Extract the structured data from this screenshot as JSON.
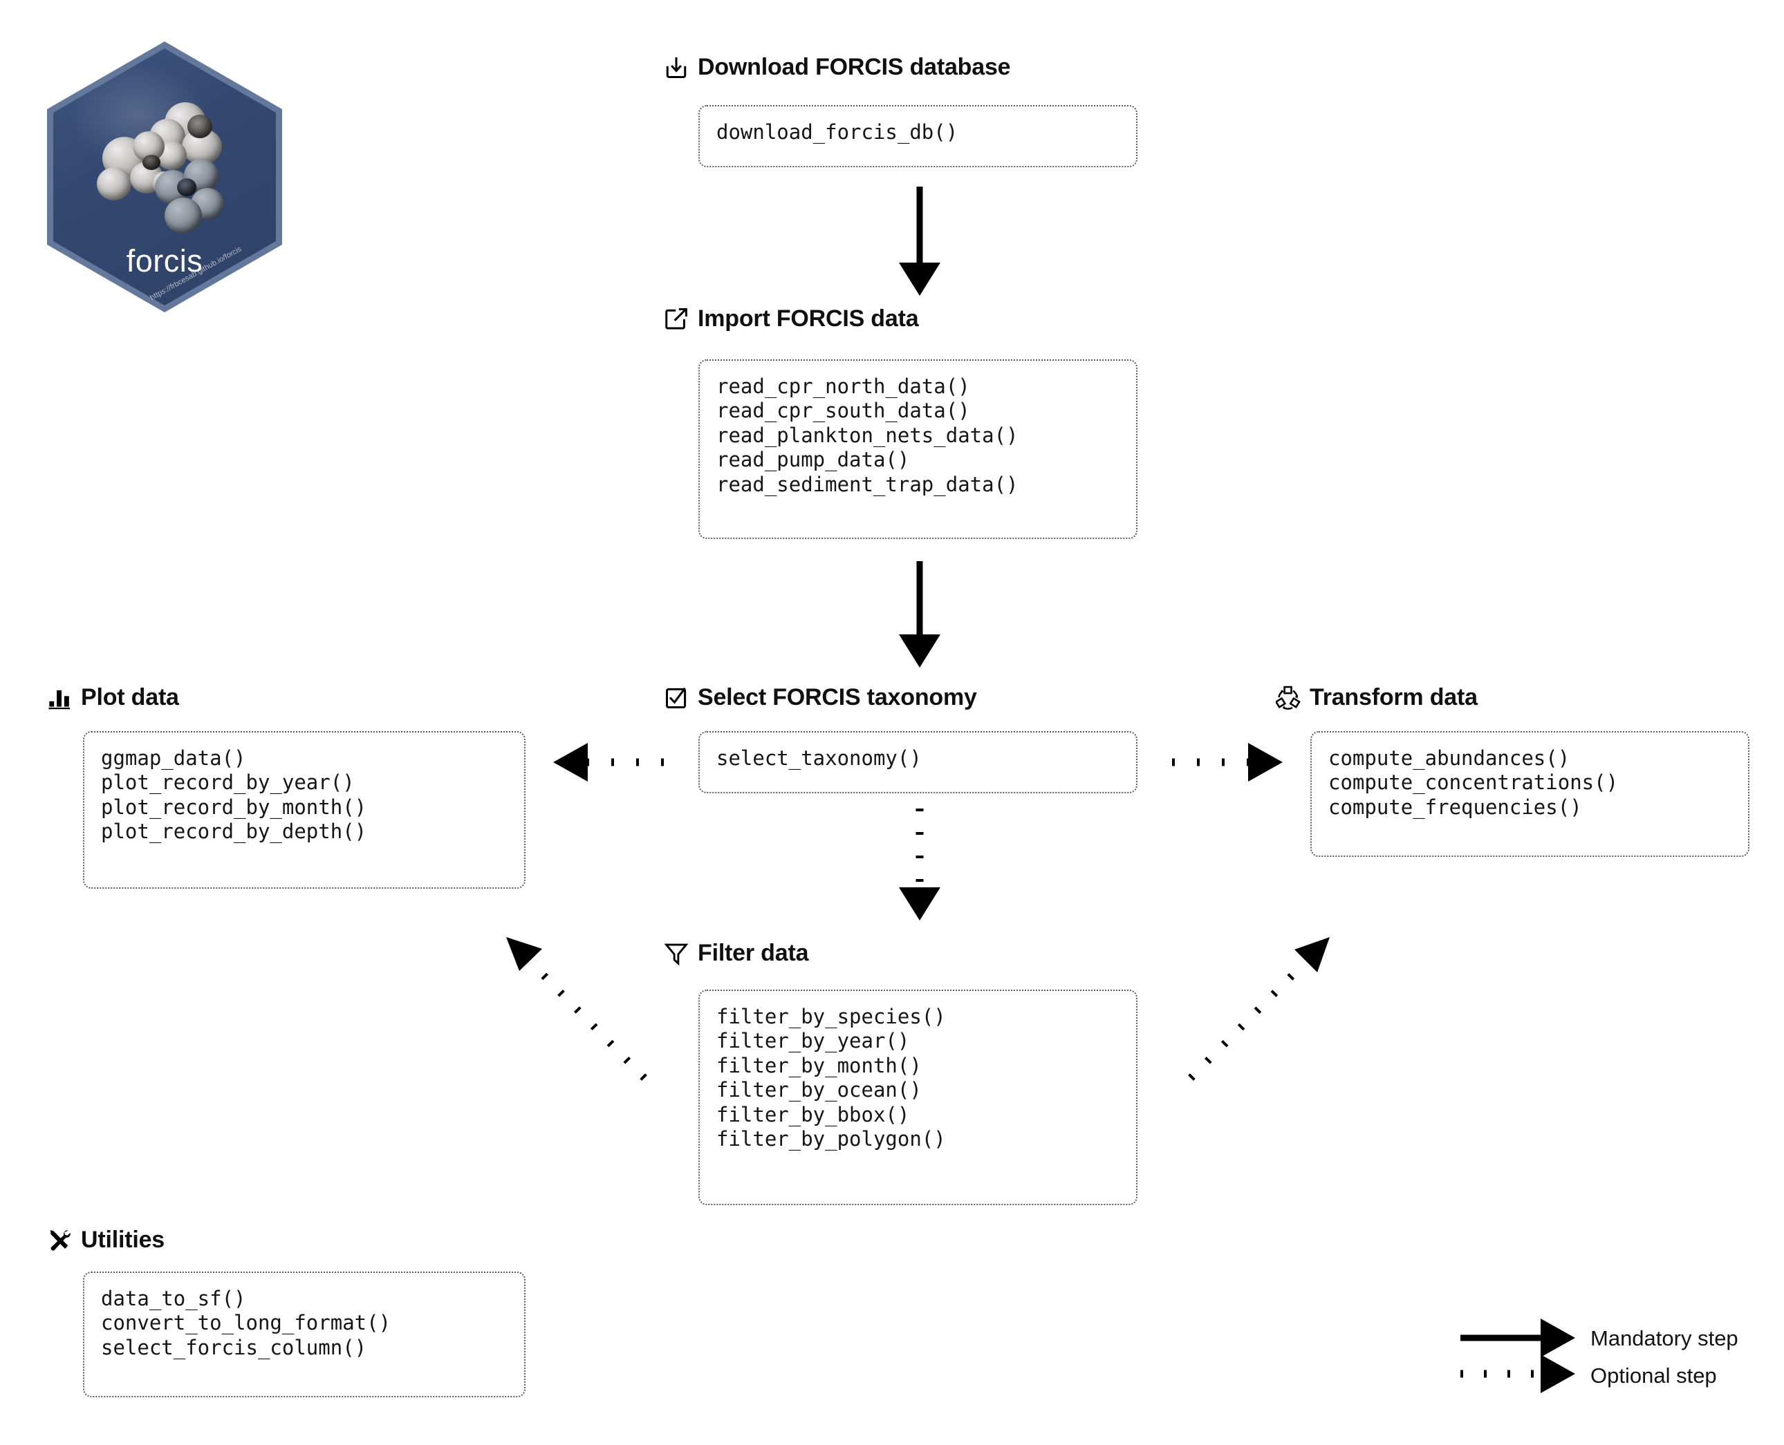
{
  "logo": {
    "name": "forcis",
    "url": "https://frbcesab.github.io/forcis",
    "bg_color": "#33476f",
    "border_color": "#64789c"
  },
  "sections": [
    {
      "id": "download",
      "icon": "download-icon",
      "title": "Download FORCIS database",
      "functions": [
        "download_forcis_db()"
      ]
    },
    {
      "id": "import",
      "icon": "import-icon",
      "title": "Import FORCIS data",
      "functions": [
        "read_cpr_north_data()",
        "read_cpr_south_data()",
        "read_plankton_nets_data()",
        "read_pump_data()",
        "read_sediment_trap_data()"
      ]
    },
    {
      "id": "select",
      "icon": "checkbox-checked-icon",
      "title": "Select FORCIS taxonomy",
      "functions": [
        "select_taxonomy()"
      ]
    },
    {
      "id": "plot",
      "icon": "bar-chart-icon",
      "title": "Plot data",
      "functions": [
        "ggmap_data()",
        "plot_record_by_year()",
        "plot_record_by_month()",
        "plot_record_by_depth()"
      ]
    },
    {
      "id": "transform",
      "icon": "transform-shapes-icon",
      "title": "Transform data",
      "functions": [
        "compute_abundances()",
        "compute_concentrations()",
        "compute_frequencies()"
      ]
    },
    {
      "id": "filter",
      "icon": "funnel-icon",
      "title": "Filter data",
      "functions": [
        "filter_by_species()",
        "filter_by_year()",
        "filter_by_month()",
        "filter_by_ocean()",
        "filter_by_bbox()",
        "filter_by_polygon()"
      ]
    },
    {
      "id": "utilities",
      "icon": "tools-icon",
      "title": "Utilities",
      "functions": [
        "data_to_sf()",
        "convert_to_long_format()",
        "select_forcis_column()"
      ]
    }
  ],
  "legend": {
    "mandatory_label": "Mandatory step",
    "optional_label": "Optional step",
    "line_color": "#000000"
  }
}
